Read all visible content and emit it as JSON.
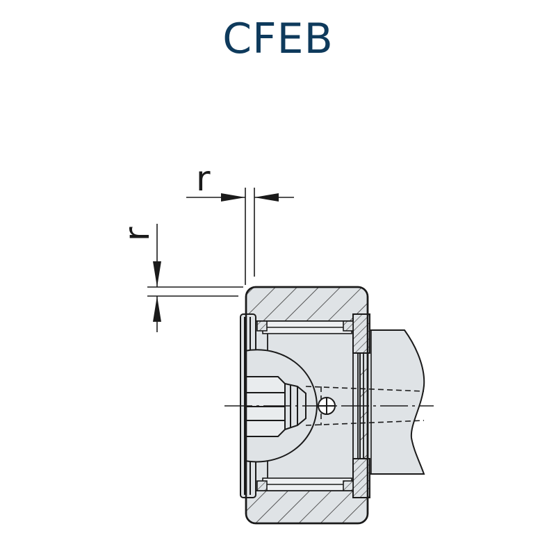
{
  "title": "CFEB",
  "title_color": "#0e3a5c",
  "diagram": {
    "dimension_labels": {
      "horizontal_radius": "r",
      "vertical_radius": "r"
    },
    "colors": {
      "line": "#1a1a1a",
      "body_fill": "#dfe3e6",
      "hatch": "#333333",
      "background": "#ffffff"
    }
  }
}
